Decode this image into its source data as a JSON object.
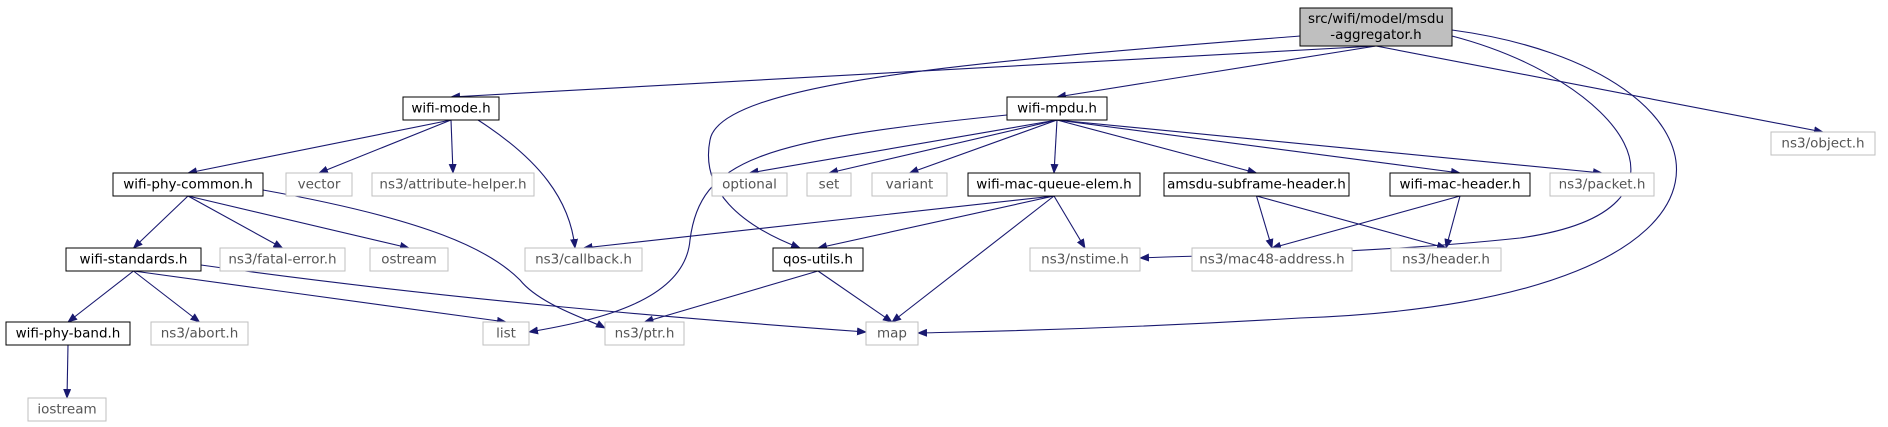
{
  "colors": {
    "edge": "#191970",
    "root_fill": "#bfbfbf",
    "local_border": "#000000",
    "external_border": "#bfbfbf",
    "background": "#ffffff"
  },
  "nodes": [
    {
      "id": "root",
      "kind": "root",
      "lines": [
        "src/wifi/model/msdu",
        "-aggregator.h"
      ]
    },
    {
      "id": "wifi-mode",
      "kind": "local",
      "lines": [
        "wifi-mode.h"
      ]
    },
    {
      "id": "wifi-mpdu",
      "kind": "local",
      "lines": [
        "wifi-mpdu.h"
      ]
    },
    {
      "id": "object",
      "kind": "external",
      "lines": [
        "ns3/object.h"
      ]
    },
    {
      "id": "wifi-phy-common",
      "kind": "local",
      "lines": [
        "wifi-phy-common.h"
      ]
    },
    {
      "id": "vector",
      "kind": "external",
      "lines": [
        "vector"
      ]
    },
    {
      "id": "attribute-helper",
      "kind": "external",
      "lines": [
        "ns3/attribute-helper.h"
      ]
    },
    {
      "id": "optional",
      "kind": "external",
      "lines": [
        "optional"
      ]
    },
    {
      "id": "set",
      "kind": "external",
      "lines": [
        "set"
      ]
    },
    {
      "id": "variant",
      "kind": "external",
      "lines": [
        "variant"
      ]
    },
    {
      "id": "wifi-mac-queue-elem",
      "kind": "local",
      "lines": [
        "wifi-mac-queue-elem.h"
      ]
    },
    {
      "id": "amsdu-subframe-header",
      "kind": "local",
      "lines": [
        "amsdu-subframe-header.h"
      ]
    },
    {
      "id": "wifi-mac-header",
      "kind": "local",
      "lines": [
        "wifi-mac-header.h"
      ]
    },
    {
      "id": "packet",
      "kind": "external",
      "lines": [
        "ns3/packet.h"
      ]
    },
    {
      "id": "wifi-standards",
      "kind": "local",
      "lines": [
        "wifi-standards.h"
      ]
    },
    {
      "id": "fatal-error",
      "kind": "external",
      "lines": [
        "ns3/fatal-error.h"
      ]
    },
    {
      "id": "ostream",
      "kind": "external",
      "lines": [
        "ostream"
      ]
    },
    {
      "id": "callback",
      "kind": "external",
      "lines": [
        "ns3/callback.h"
      ]
    },
    {
      "id": "qos-utils",
      "kind": "local",
      "lines": [
        "qos-utils.h"
      ]
    },
    {
      "id": "nstime",
      "kind": "external",
      "lines": [
        "ns3/nstime.h"
      ]
    },
    {
      "id": "mac48-address",
      "kind": "external",
      "lines": [
        "ns3/mac48-address.h"
      ]
    },
    {
      "id": "header",
      "kind": "external",
      "lines": [
        "ns3/header.h"
      ]
    },
    {
      "id": "wifi-phy-band",
      "kind": "local",
      "lines": [
        "wifi-phy-band.h"
      ]
    },
    {
      "id": "abort",
      "kind": "external",
      "lines": [
        "ns3/abort.h"
      ]
    },
    {
      "id": "list",
      "kind": "external",
      "lines": [
        "list"
      ]
    },
    {
      "id": "ptr",
      "kind": "external",
      "lines": [
        "ns3/ptr.h"
      ]
    },
    {
      "id": "map",
      "kind": "external",
      "lines": [
        "map"
      ]
    },
    {
      "id": "iostream",
      "kind": "external",
      "lines": [
        "iostream"
      ]
    }
  ],
  "edges": [
    [
      "root",
      "wifi-mode"
    ],
    [
      "root",
      "wifi-mpdu"
    ],
    [
      "root",
      "object"
    ],
    [
      "root",
      "qos-utils"
    ],
    [
      "root",
      "nstime"
    ],
    [
      "root",
      "map"
    ],
    [
      "wifi-mode",
      "wifi-phy-common"
    ],
    [
      "wifi-mode",
      "vector"
    ],
    [
      "wifi-mode",
      "attribute-helper"
    ],
    [
      "wifi-mode",
      "callback"
    ],
    [
      "wifi-mpdu",
      "optional"
    ],
    [
      "wifi-mpdu",
      "set"
    ],
    [
      "wifi-mpdu",
      "variant"
    ],
    [
      "wifi-mpdu",
      "wifi-mac-queue-elem"
    ],
    [
      "wifi-mpdu",
      "amsdu-subframe-header"
    ],
    [
      "wifi-mpdu",
      "wifi-mac-header"
    ],
    [
      "wifi-mpdu",
      "packet"
    ],
    [
      "wifi-mpdu",
      "list"
    ],
    [
      "wifi-phy-common",
      "wifi-standards"
    ],
    [
      "wifi-phy-common",
      "fatal-error"
    ],
    [
      "wifi-phy-common",
      "ostream"
    ],
    [
      "wifi-phy-common",
      "ptr"
    ],
    [
      "wifi-mac-queue-elem",
      "callback"
    ],
    [
      "wifi-mac-queue-elem",
      "qos-utils"
    ],
    [
      "wifi-mac-queue-elem",
      "nstime"
    ],
    [
      "wifi-mac-queue-elem",
      "map"
    ],
    [
      "amsdu-subframe-header",
      "mac48-address"
    ],
    [
      "amsdu-subframe-header",
      "header"
    ],
    [
      "wifi-mac-header",
      "mac48-address"
    ],
    [
      "wifi-mac-header",
      "header"
    ],
    [
      "wifi-standards",
      "wifi-phy-band"
    ],
    [
      "wifi-standards",
      "abort"
    ],
    [
      "wifi-standards",
      "list"
    ],
    [
      "wifi-standards",
      "map"
    ],
    [
      "qos-utils",
      "ptr"
    ],
    [
      "qos-utils",
      "map"
    ],
    [
      "wifi-phy-band",
      "iostream"
    ]
  ]
}
